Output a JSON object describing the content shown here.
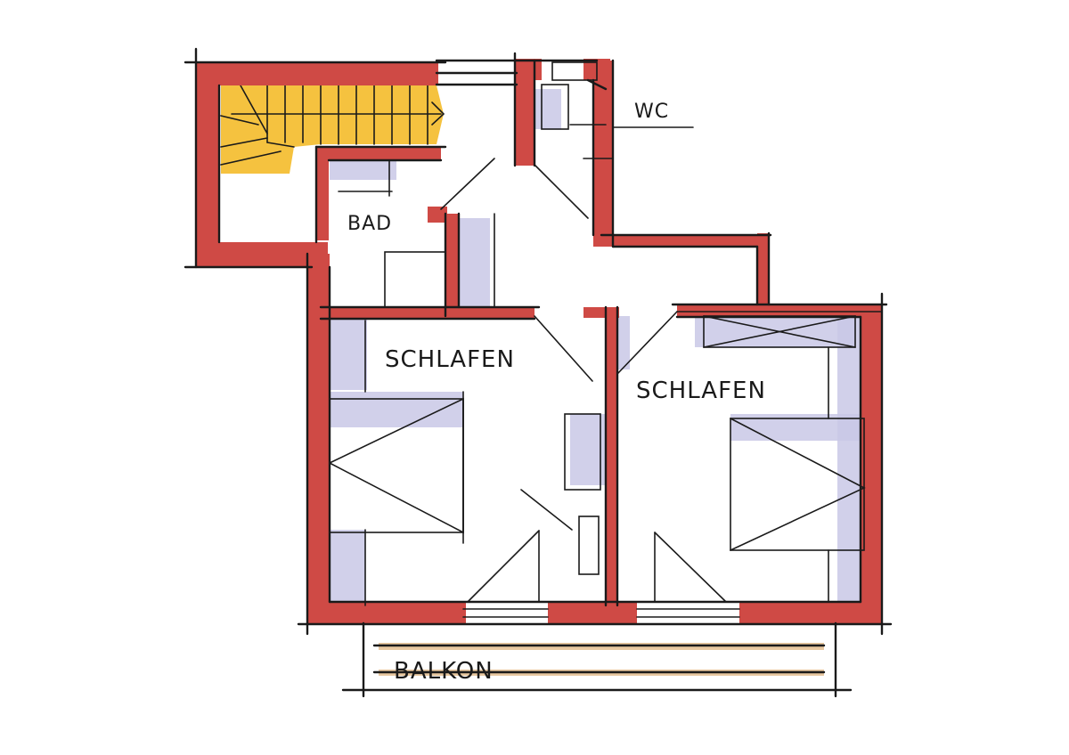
{
  "plan": {
    "rooms": {
      "wc": "WC",
      "bath": "BAD",
      "bedroom_left": "SCHLAFEN",
      "bedroom_right": "SCHLAFEN",
      "balcony": "BALKON"
    },
    "colors": {
      "wall": "#cf4a45",
      "stairs": "#f5c23f",
      "shadow": "#c9c8e6",
      "balcony_rail": "#e8c8a0"
    }
  }
}
